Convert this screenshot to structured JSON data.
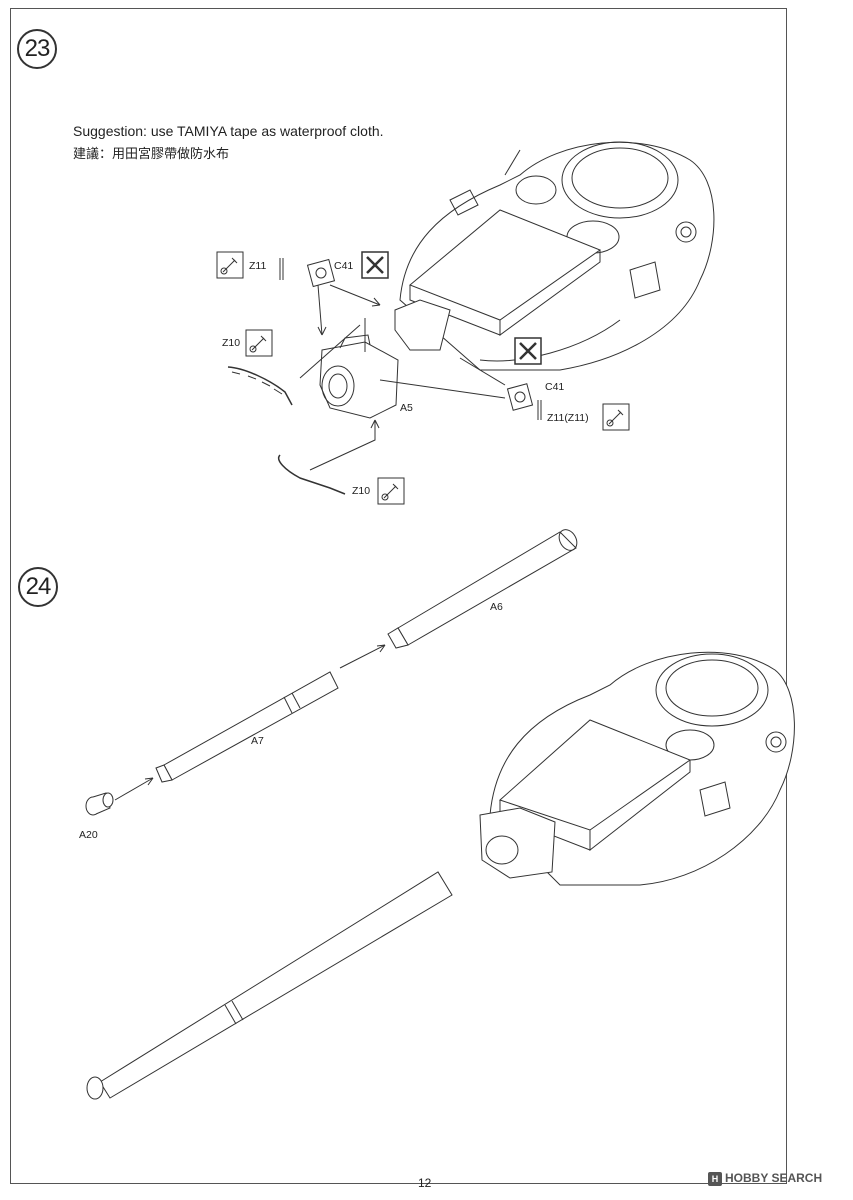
{
  "steps": {
    "step23": {
      "number": "23"
    },
    "step24": {
      "number": "24"
    }
  },
  "note": {
    "en": "Suggestion: use TAMIYA  tape as waterproof cloth.",
    "zh": "建議：用田宮膠帶做防水布"
  },
  "parts": {
    "z11_top": "Z11",
    "c41_top": "C41",
    "z10_left": "Z10",
    "a5": "A5",
    "c41_right": "C41",
    "z11_right": "Z11(Z11)",
    "z10_bottom": "Z10",
    "a6": "A6",
    "a7": "A7",
    "a20": "A20"
  },
  "icons": [
    "glue-icon",
    "cut-not-icon"
  ],
  "page_number": "12",
  "watermark": {
    "mark": "H",
    "text": "HOBBY SEARCH"
  }
}
